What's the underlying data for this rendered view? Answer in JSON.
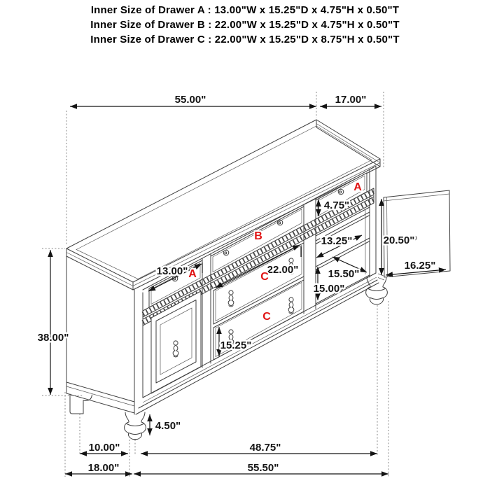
{
  "title_block": {
    "lines": [
      "Inner Size of Drawer A : 13.00\"W x 15.25\"D x 4.75\"H x 0.50\"T",
      "Inner Size of Drawer B : 22.00\"W x 15.25\"D x 4.75\"H x 0.50\"T",
      "Inner Size of Drawer C : 22.00\"W x 15.25\"D x 8.75\"H x 0.50\"T"
    ]
  },
  "dims": {
    "top_width": "55.00\"",
    "top_depth": "17.00\"",
    "drawer_a_height": "4.75\"",
    "top_shelf_depth": "13.25\"",
    "opening_height": "20.50\"",
    "door_width": "16.25\"",
    "bottom_shelf_depth": "15.50\"",
    "shelf_gap_height": "15.00\"",
    "drawer_c_width": "22.00\"",
    "drawer_a_width": "13.00\"",
    "drawer_c_height": "15.25\"",
    "overall_height": "38.00\"",
    "foot_height": "4.50\"",
    "foot_inset": "10.00\"",
    "front_span": "48.75\"",
    "side_span": "18.00\"",
    "base_width": "55.50\""
  },
  "labels": {
    "a_left": "A",
    "a_right": "A",
    "b": "B",
    "c_upper": "C",
    "c_lower": "C"
  },
  "colors": {
    "line": "#3f3f3f",
    "dimension": "#141414",
    "label_red": "#e01212",
    "background": "#ffffff"
  }
}
